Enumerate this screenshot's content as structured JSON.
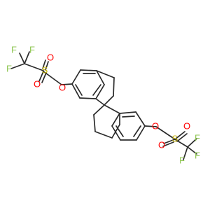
{
  "molecule": {
    "atom_labels": {
      "left_f_top": "F",
      "left_f_mid": "F",
      "left_f_left": "F",
      "left_s": "S",
      "left_o_s_top": "O",
      "left_o_s_bottom": "O",
      "left_o_link": "O",
      "right_o_link": "O",
      "right_s": "S",
      "right_o_s_left": "O",
      "right_o_s_right": "O",
      "right_f_top": "F",
      "right_f_right": "F",
      "right_f_bottom": "F"
    },
    "colors": {
      "bond": "#2b2b2b",
      "F": "#8fc653",
      "S": "#c7b400",
      "O": "#ff0000"
    }
  }
}
